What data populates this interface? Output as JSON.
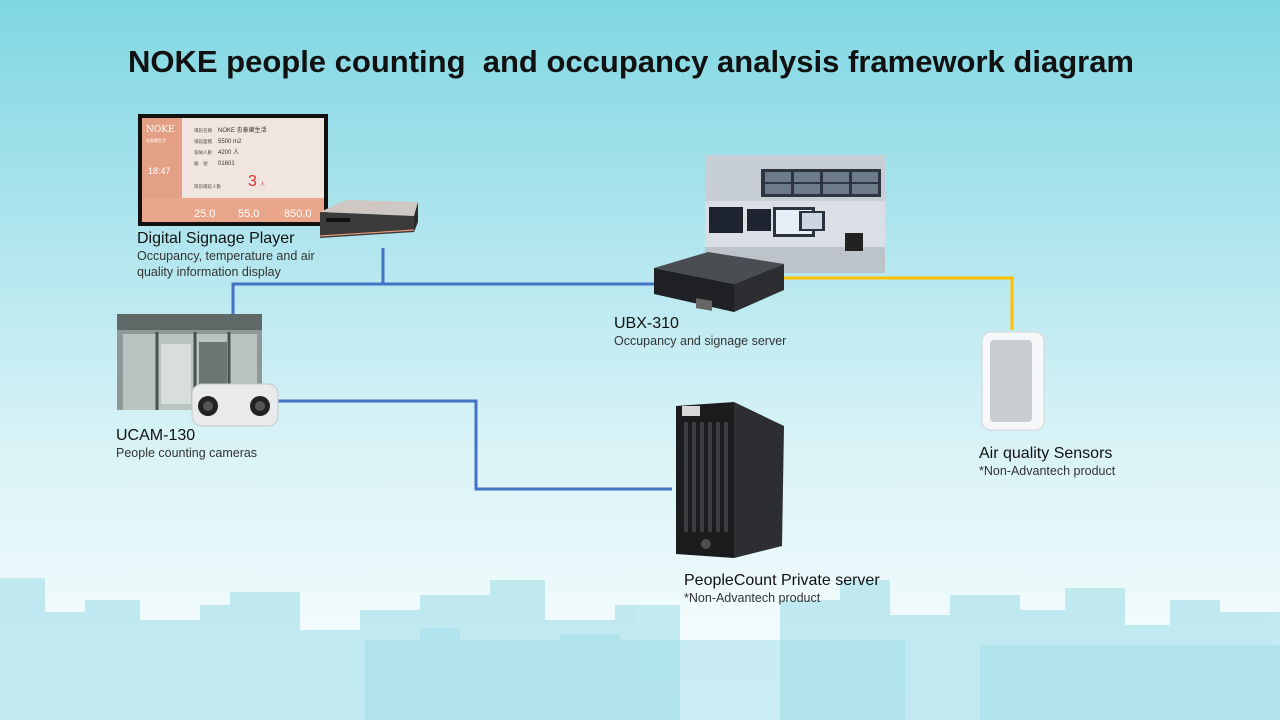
{
  "title": "NOKE people counting  and occupancy analysis framework diagram",
  "colors": {
    "lan": "#4472c4",
    "sensor_link": "#ffc000",
    "title": "#111111"
  },
  "signage_screen": {
    "brand": "NOKE",
    "brand_sub": "忠泰樂生活",
    "time": "18:47",
    "rows": [
      {
        "label": "場館名稱",
        "value": "NOKE 忠泰樂生活"
      },
      {
        "label": "場館面積",
        "value": "5500 m2"
      },
      {
        "label": "容納人數",
        "value": "4200 人"
      },
      {
        "label": "編　號",
        "value": "01601"
      }
    ],
    "count_label": "目前場館人數",
    "count_value": "3",
    "count_unit": "人",
    "readings": [
      "25.0",
      "55.0",
      "850.0"
    ]
  },
  "nodes": {
    "signage": {
      "name": "Digital Signage Player",
      "desc_lines": [
        "Occupancy, temperature and air",
        "quality information display"
      ]
    },
    "ubx": {
      "name": "UBX-310",
      "desc_lines": [
        "Occupancy and signage server"
      ]
    },
    "ucam": {
      "name": "UCAM-130",
      "desc_lines": [
        "People counting cameras"
      ]
    },
    "air": {
      "name": "Air quality Sensors",
      "desc_lines": [
        "*Non-Advantech product"
      ]
    },
    "server": {
      "name": "PeopleCount Private server",
      "desc_lines": [
        "*Non-Advantech product"
      ]
    }
  }
}
